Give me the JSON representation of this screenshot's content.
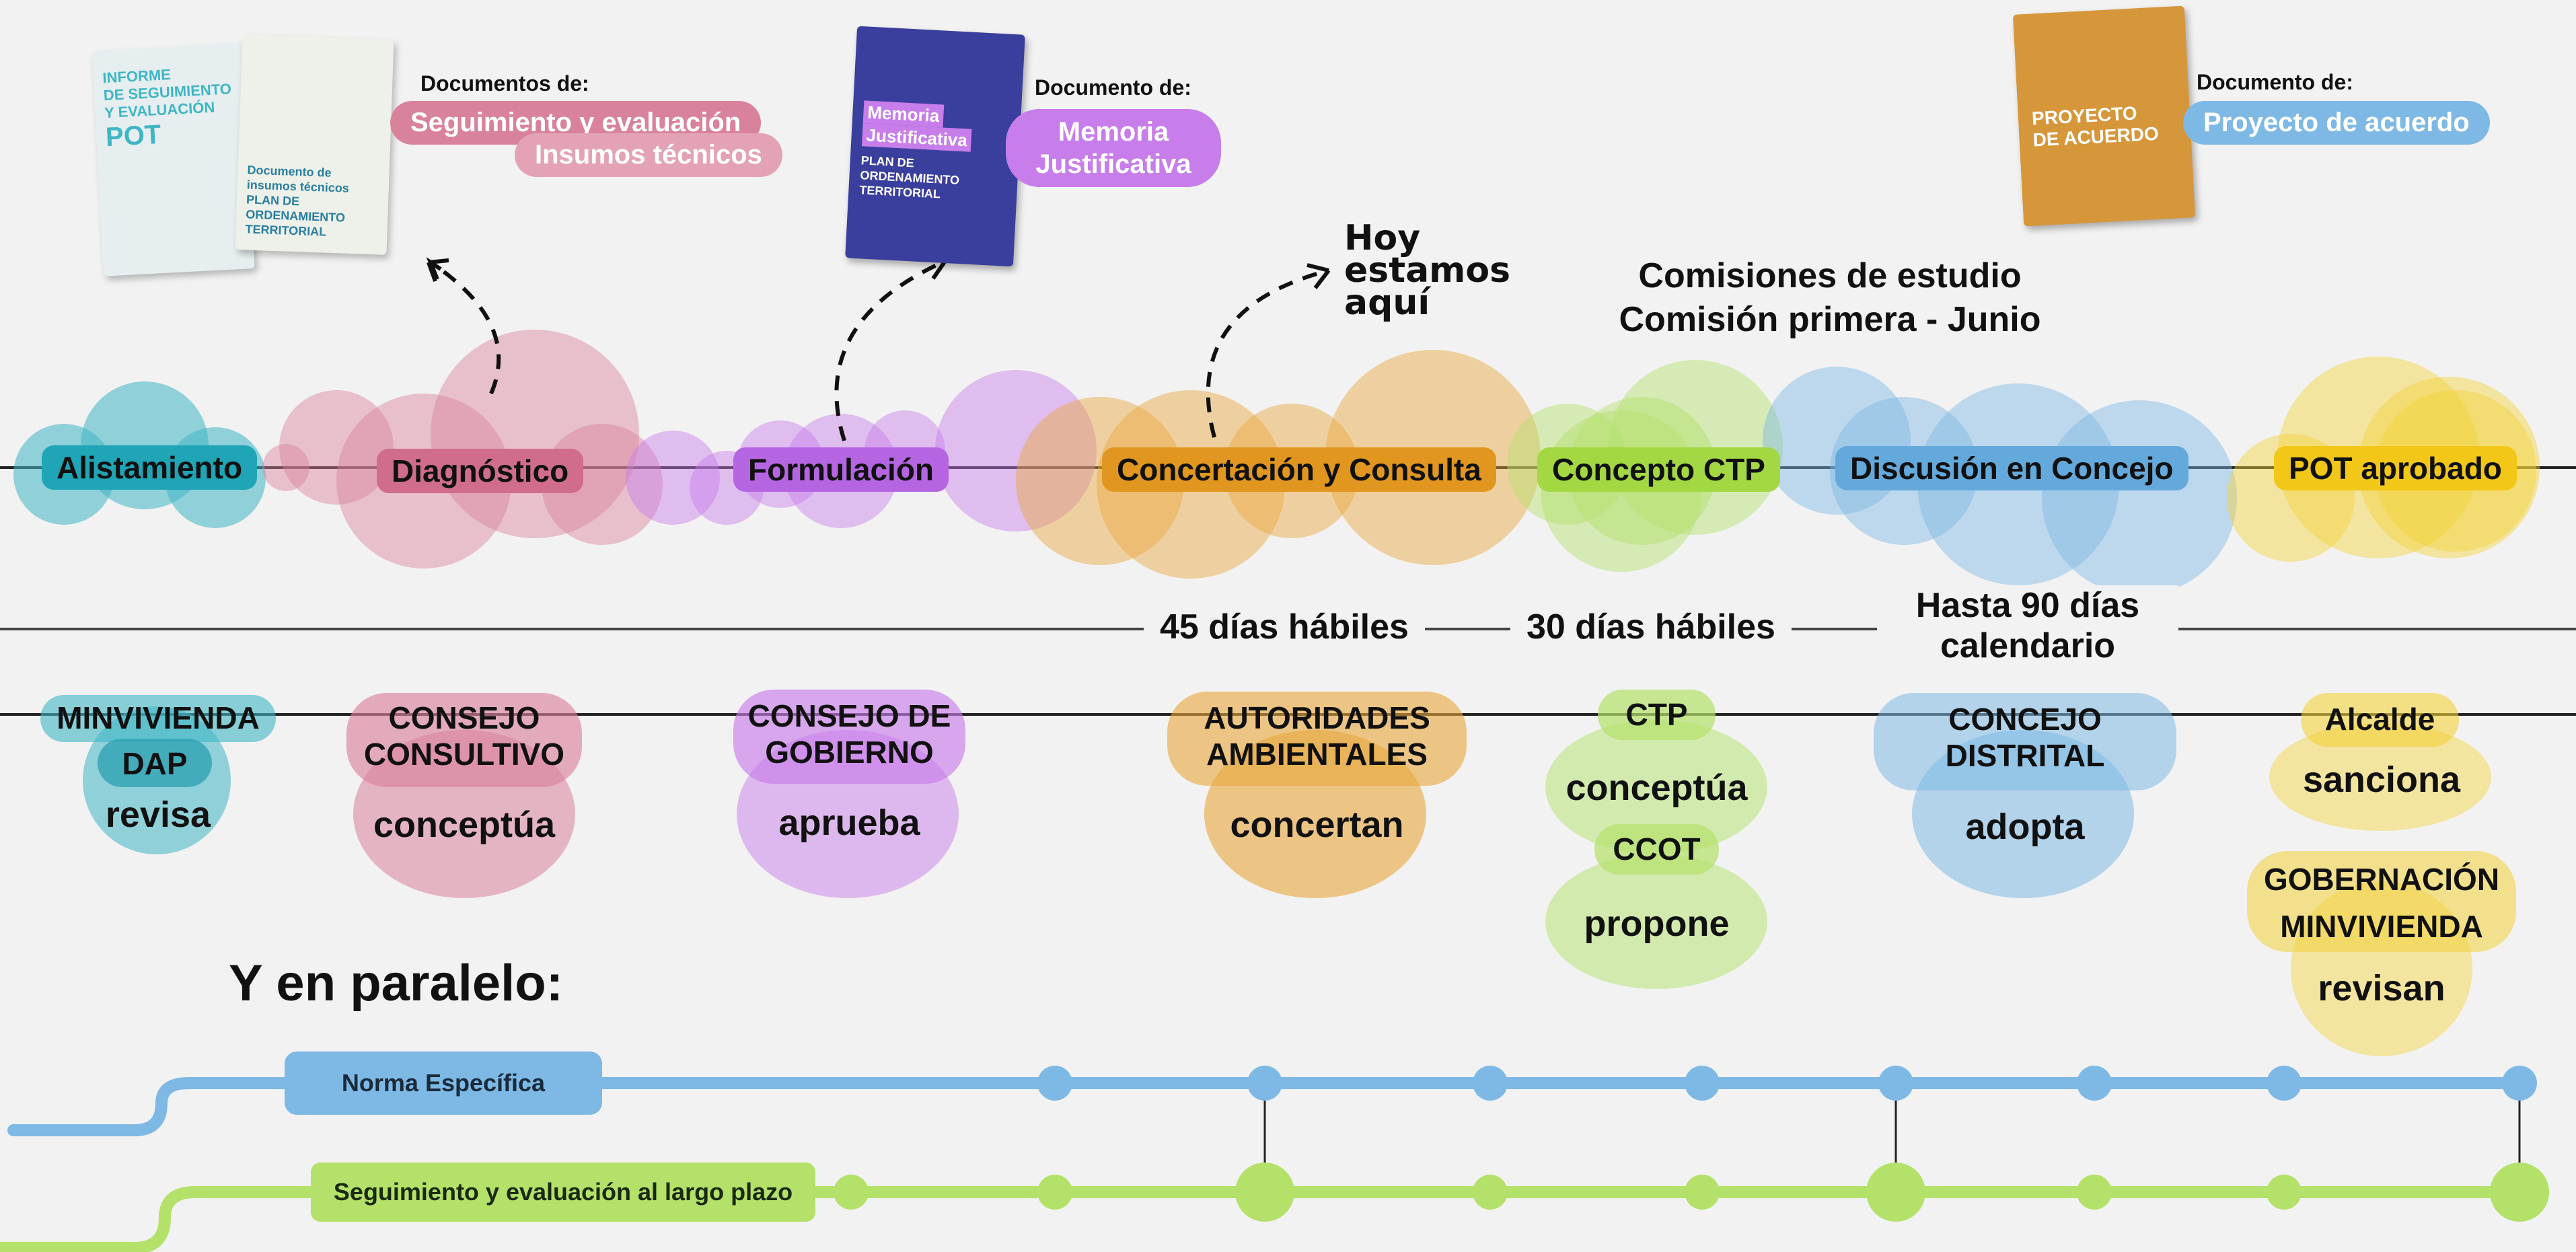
{
  "documents": [
    {
      "header": "Documentos de:",
      "pills": [
        "Seguimiento y evaluación",
        "Insumos técnicos"
      ]
    },
    {
      "header": "Documento de:",
      "pills": [
        "Memoria Justificativa"
      ]
    },
    {
      "header": "Documento de:",
      "pills": [
        "Proyecto de acuerdo"
      ]
    }
  ],
  "books": [
    {
      "lines": [
        "INFORME",
        "DE SEGUIMIENTO",
        "Y EVALUACIÓN",
        "POT"
      ]
    },
    {
      "lines": [
        "Documento de",
        "insumos técnicos",
        "PLAN DE",
        "ORDENAMIENTO",
        "TERRITORIAL"
      ]
    },
    {
      "lines": [
        "Memoria",
        "Justificativa",
        "PLAN DE",
        "ORDENAMIENTO",
        "TERRITORIAL"
      ]
    },
    {
      "lines": [
        "PROYECTO",
        "DE ACUERDO"
      ]
    }
  ],
  "here_label": "Hoy estamos aquí",
  "commissions": [
    "Comisiones de estudio",
    "Comisión primera - Junio"
  ],
  "stages": [
    {
      "label": "Alistamiento",
      "color": "#3fb6c4"
    },
    {
      "label": "Diagnóstico",
      "color": "#d9829c"
    },
    {
      "label": "Formulación",
      "color": "#c77dea"
    },
    {
      "label": "Concertación y Consulta",
      "color": "#e8a63c"
    },
    {
      "label": "Concepto CTP",
      "color": "#b4e16a"
    },
    {
      "label": "Discusión en Concejo",
      "color": "#7db9e4"
    },
    {
      "label": "POT aprobado",
      "color": "#f3d23a"
    }
  ],
  "durations": [
    "45 días hábiles",
    "30 días hábiles",
    "Hasta 90 días calendario"
  ],
  "actors": {
    "a1": {
      "names": [
        "MINVIVIENDA",
        "DAP"
      ],
      "verb": "revisa"
    },
    "a2": {
      "name": "CONSEJO CONSULTIVO",
      "verb": "conceptúa"
    },
    "a3": {
      "name": "CONSEJO DE GOBIERNO",
      "verb": "aprueba"
    },
    "a4": {
      "name": "AUTORIDADES AMBIENTALES",
      "verb": "concertan"
    },
    "a5": {
      "names": [
        "CTP",
        "CCOT"
      ],
      "verbs": [
        "conceptúa",
        "propone"
      ]
    },
    "a6": {
      "name": "CONCEJO DISTRITAL",
      "verb": "adopta"
    },
    "a7": {
      "name": "Alcalde",
      "verb": "sanciona"
    },
    "a8": {
      "names": [
        "GOBERNACIÓN",
        "MINVIVIENDA"
      ],
      "verb": "revisan"
    }
  },
  "parallel_title": "Y en paralelo:",
  "parallel": [
    {
      "label": "Norma Específica",
      "color": "#7db9e4"
    },
    {
      "label": "Seguimiento y evaluación al largo plazo",
      "color": "#b4e16a"
    }
  ],
  "colors": {
    "background": "#f2f2f2",
    "line": "#222222"
  }
}
